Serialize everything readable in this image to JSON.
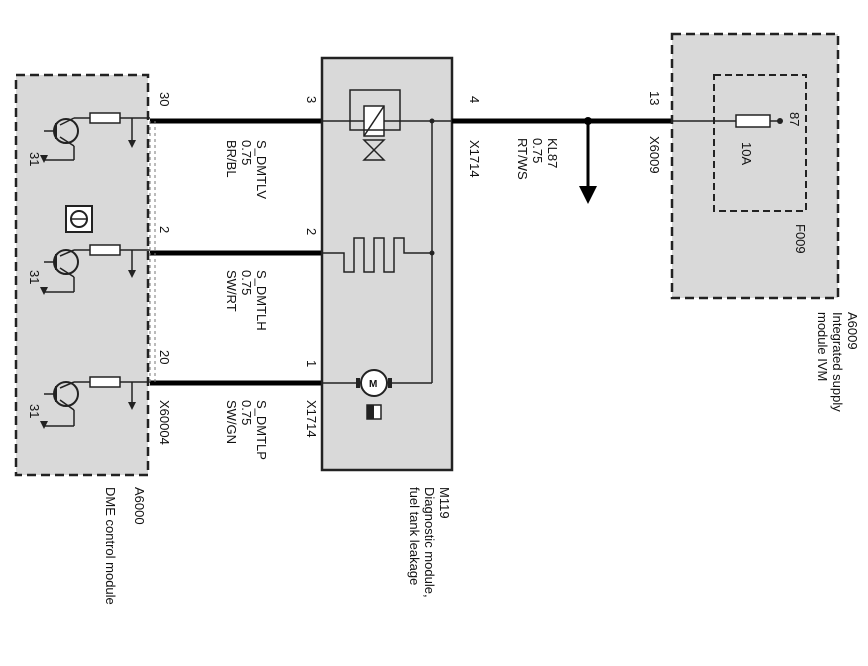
{
  "modules": {
    "dme": {
      "code": "A6000",
      "name": "DME control module",
      "connector": "X60004",
      "ground": "31"
    },
    "m119": {
      "code": "M119",
      "name_line1": "Diagnostic module,",
      "name_line2": "fuel tank leakage",
      "connector": "X1714"
    },
    "ivm": {
      "code": "A6009",
      "name_line1": "Integrated supply",
      "name_line2": "module IVM",
      "connector": "X6009",
      "fuse": {
        "id": "F009",
        "rating": "10A",
        "pin": "87"
      }
    }
  },
  "wires": [
    {
      "dme_pin": "30",
      "m119_pin": "3",
      "signal": "S_DMTLV",
      "gauge": "0.75",
      "color": "BR/BL"
    },
    {
      "dme_pin": "2",
      "m119_pin": "2",
      "signal": "S_DMTLH",
      "gauge": "0.75",
      "color": "SW/RT"
    },
    {
      "dme_pin": "20",
      "m119_pin": "1",
      "signal": "S_DMTLP",
      "gauge": "0.75",
      "color": "SW/GN"
    }
  ],
  "supply": {
    "m119_pin": "4",
    "ivm_pin": "13",
    "signal": "KL87",
    "gauge": "0.75",
    "color": "RT/WS"
  }
}
